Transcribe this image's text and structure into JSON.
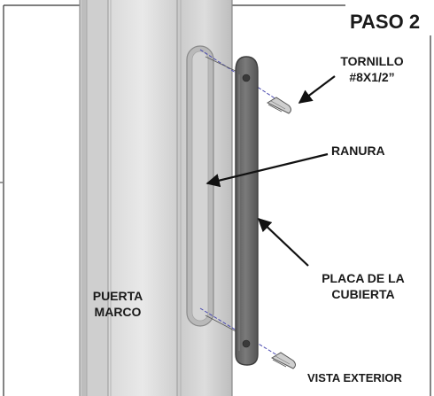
{
  "diagram": {
    "step_title": "PASO 2",
    "screw_label": [
      "TORNILLO",
      "#8X1/2”"
    ],
    "slot_label": "RANURA",
    "plate_label": [
      "PLACA DE LA",
      "CUBIERTA"
    ],
    "frame_label": [
      "PUERTA",
      "MARCO"
    ],
    "view_label": "VISTA EXTERIOR"
  },
  "colors": {
    "frame_light": "#dedede",
    "frame_mid": "#c4c4c4",
    "frame_dark": "#9c9c9c",
    "plate": "#6b6b6b",
    "plate_edge": "#3d3d3d",
    "screw_axis": "#4a4ab0",
    "ink": "#111111"
  }
}
